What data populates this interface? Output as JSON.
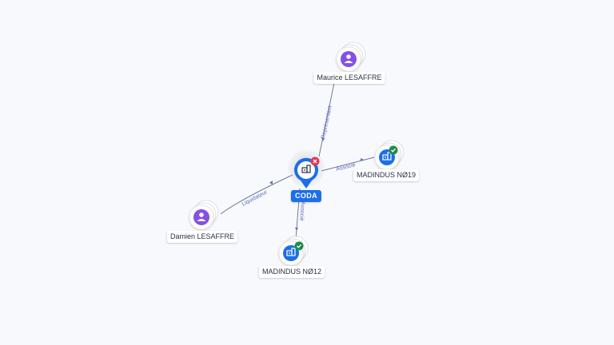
{
  "colors": {
    "person": "#8450e6",
    "company": "#1c6fe6",
    "status_ok": "#1f8a4c",
    "status_closed": "#e5364f",
    "edge_label": "#5b6fc2"
  },
  "nodes": {
    "center": {
      "label": "CODA",
      "type": "company",
      "icon": "building-icon",
      "status": "closed"
    },
    "maurice": {
      "label": "Maurice LESAFFRE",
      "type": "person",
      "icon": "person-icon"
    },
    "madindus19": {
      "label": "MADINDUS NØ19",
      "type": "company",
      "icon": "building-icon",
      "status": "active"
    },
    "madindus12": {
      "label": "MADINDUS NØ12",
      "type": "company",
      "icon": "building-icon",
      "status": "active"
    },
    "damien": {
      "label": "Damien LESAFFRE",
      "type": "person",
      "icon": "person-icon"
    }
  },
  "edges": {
    "representant": "Représentant",
    "associe_19": "Associé",
    "associe_12": "Associé",
    "liquidateur": "Liquidateur"
  }
}
